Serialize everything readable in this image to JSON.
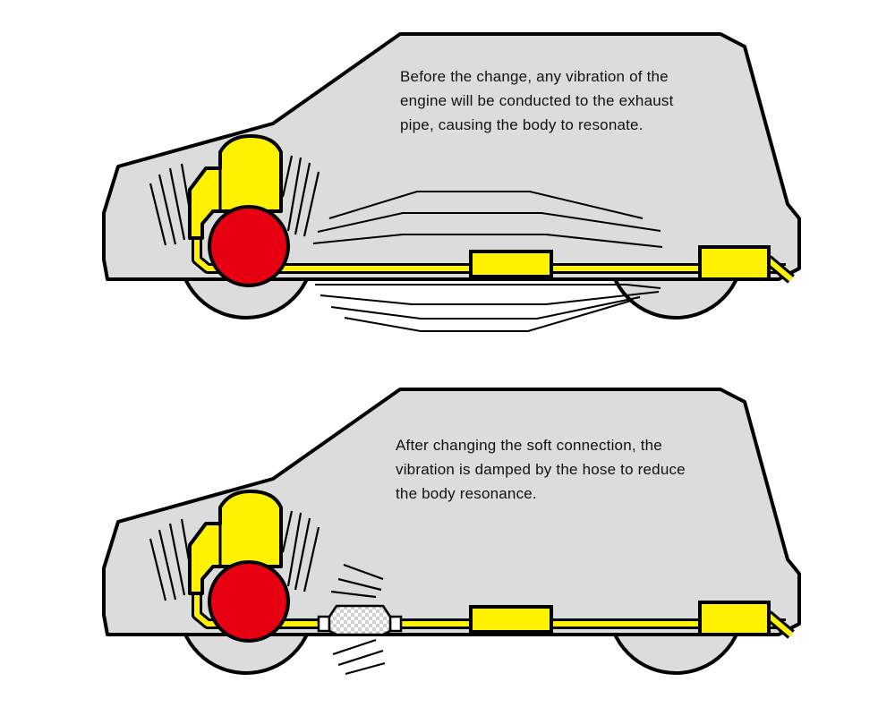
{
  "diagrams": [
    {
      "id": "before",
      "caption_lines": [
        "Before the change, any vibration of the",
        "engine will be conducted to the exhaust",
        "pipe, causing the body to resonate."
      ]
    },
    {
      "id": "after",
      "caption_lines": [
        "After changing the soft connection, the",
        "vibration is damped by the hose to reduce",
        "the body resonance."
      ]
    }
  ],
  "colors": {
    "body": "#dcdcdc",
    "outline": "#000000",
    "exhaust_yellow": "#fff200",
    "wheel_red": "#e60012",
    "hose_pattern": "#e8e8e8"
  },
  "icons": [
    "car-body-icon",
    "engine-icon",
    "wheel-icon",
    "exhaust-pipe-icon",
    "muffler-icon",
    "flexible-hose-icon",
    "vibration-lines-icon"
  ]
}
